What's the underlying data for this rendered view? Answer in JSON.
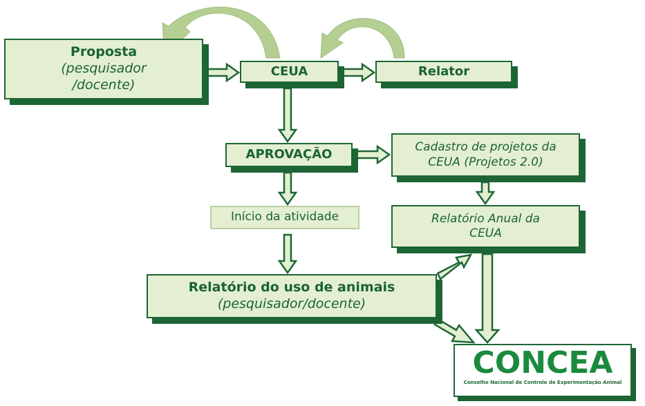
{
  "boxes": {
    "proposta": {
      "title": "Proposta",
      "subtitle_line1": "(pesquisador",
      "subtitle_line2": "/docente)"
    },
    "ceua": {
      "label": "CEUA"
    },
    "relator": {
      "label": "Relator"
    },
    "aprovacao": {
      "label": "APROVAÇÃO"
    },
    "cadastro": {
      "line1": "Cadastro de projetos da",
      "line2": "CEUA (Projetos 2.0)"
    },
    "inicio": {
      "label": "Início da atividade"
    },
    "relatorio_anual": {
      "line1": "Relatório Anual da",
      "line2": "CEUA"
    },
    "relatorio_uso": {
      "title": "Relatório do uso de animais",
      "subtitle": "(pesquisador/docente)"
    }
  },
  "logo": {
    "name": "CONCEA",
    "subtitle": "Conselho Nacional de Controle de Experimentação Animal"
  },
  "colors": {
    "box_fill": "#e4efd2",
    "border_dark_green": "#1d6535",
    "text_green": "#1a6333",
    "logo_green": "#1b8a3d",
    "arrow_fill": "#e4efd2",
    "curved_arrow_fill": "#b5cf93"
  }
}
